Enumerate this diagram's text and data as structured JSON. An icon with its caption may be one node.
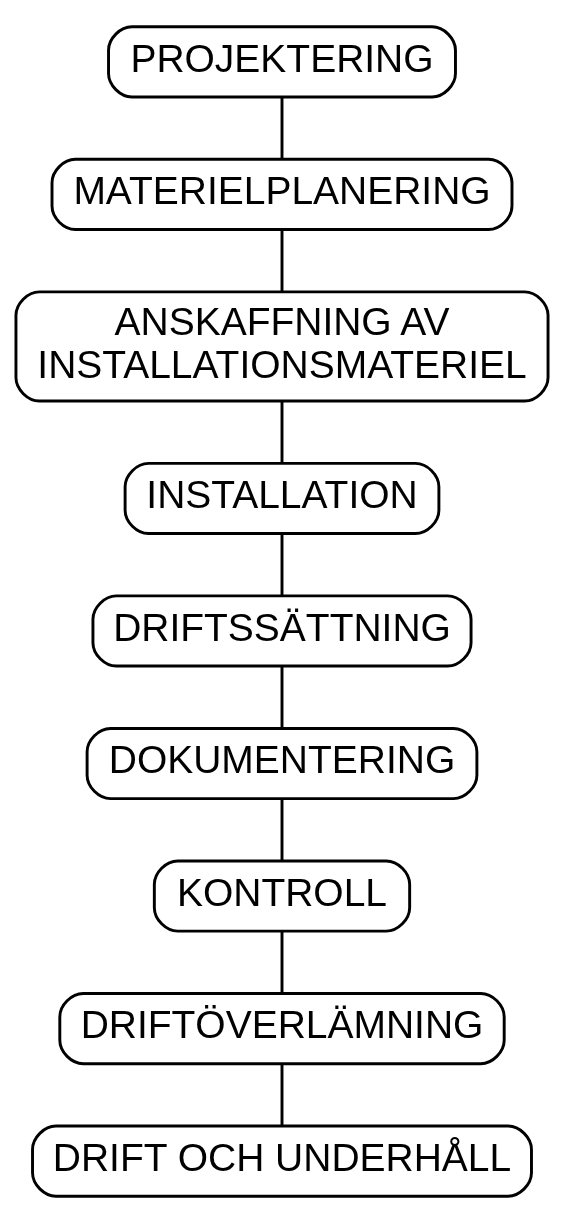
{
  "diagram": {
    "nodes": [
      {
        "text": [
          "PROJEKTERING"
        ]
      },
      {
        "text": [
          "MATERIELPLANERING"
        ]
      },
      {
        "text": [
          "ANSKAFFNING AV INSTALLATIONSMATERIEL"
        ]
      },
      {
        "text": [
          "INSTALLATION"
        ]
      },
      {
        "text": [
          "DRIFTSSÄTTNING"
        ]
      },
      {
        "text": [
          "DOKUMENTERING"
        ]
      },
      {
        "text": [
          "KONTROLL"
        ]
      },
      {
        "text": [
          "DRIFTÖVERLÄMNING"
        ]
      },
      {
        "text": [
          "DRIFT OCH UNDERHÅLL"
        ]
      }
    ],
    "edges": [
      {
        "from": 0,
        "to": 1,
        "arrow": "none"
      },
      {
        "from": 1,
        "to": 2,
        "arrow": "none"
      },
      {
        "from": 2,
        "to": 3,
        "arrow": "none"
      },
      {
        "from": 3,
        "to": 4,
        "arrow": "none"
      },
      {
        "from": 4,
        "to": 5,
        "arrow": "none"
      },
      {
        "from": 5,
        "to": 6,
        "arrow": "none"
      },
      {
        "from": 6,
        "to": 7,
        "arrow": "none"
      },
      {
        "from": 7,
        "to": 8,
        "arrow": "none"
      }
    ]
  }
}
